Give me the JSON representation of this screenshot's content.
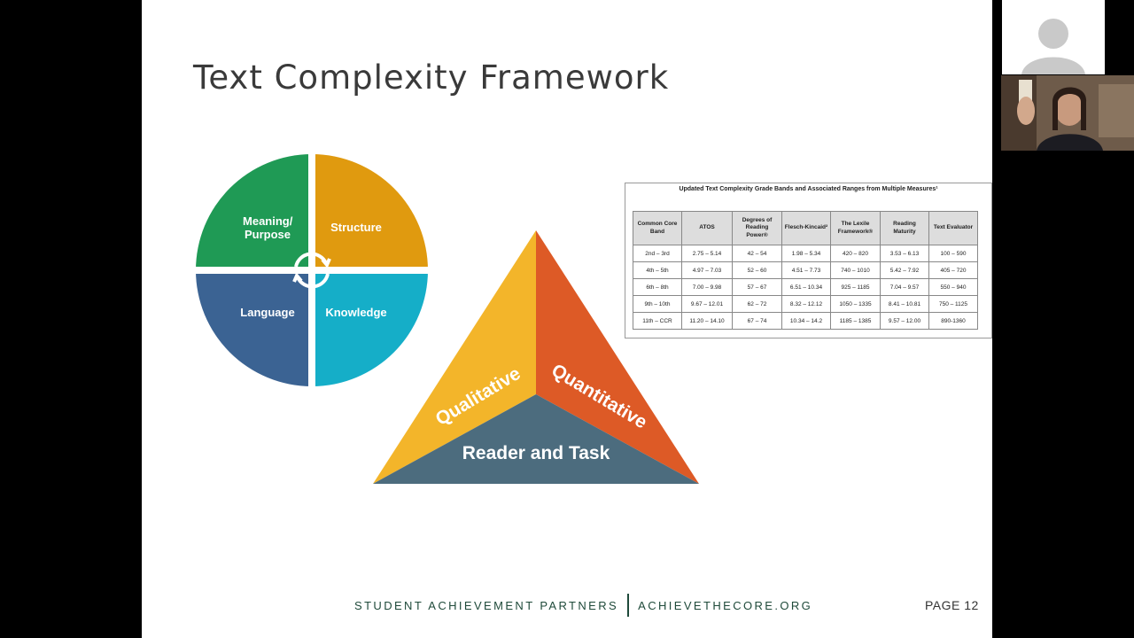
{
  "slide": {
    "title": "Text Complexity Framework",
    "wheel": {
      "meaning": [
        "Meaning/",
        "Purpose"
      ],
      "structure": "Structure",
      "language": "Language",
      "knowledge": "Knowledge",
      "colors": {
        "meaning": "#1f9a55",
        "structure": "#e09a0f",
        "language": "#3b6393",
        "knowledge": "#15aec8"
      }
    },
    "triangle": {
      "qualitative": "Qualitative",
      "quantitative": "Quantitative",
      "reader_task": "Reader and Task",
      "colors": {
        "qualitative": "#f3b52a",
        "quantitative": "#dd5a26",
        "reader_task": "#4c6c7e"
      }
    },
    "table": {
      "title": "Updated Text Complexity Grade Bands and Associated Ranges from Multiple Measures¹",
      "headers": [
        "Common Core Band",
        "ATOS",
        "Degrees of Reading Power®",
        "Flesch-Kincaid²",
        "The Lexile Framework®",
        "Reading Maturity",
        "Text Evaluator"
      ],
      "rows": [
        [
          "2nd – 3rd",
          "2.75 – 5.14",
          "42 – 54",
          "1.98 – 5.34",
          "420 – 820",
          "3.53 – 6.13",
          "100 – 590"
        ],
        [
          "4th – 5th",
          "4.97 – 7.03",
          "52 – 60",
          "4.51 – 7.73",
          "740 – 1010",
          "5.42 – 7.92",
          "405 – 720"
        ],
        [
          "6th – 8th",
          "7.00 – 9.98",
          "57 – 67",
          "6.51 – 10.34",
          "925 – 1185",
          "7.04 – 9.57",
          "550 – 940"
        ],
        [
          "9th – 10th",
          "9.67 – 12.01",
          "62 – 72",
          "8.32 – 12.12",
          "1050 – 1335",
          "8.41 – 10.81",
          "750 – 1125"
        ],
        [
          "11th – CCR",
          "11.20 – 14.10",
          "67 – 74",
          "10.34 – 14.2",
          "1185 – 1385",
          "9.57 – 12.00",
          "890-1360"
        ]
      ]
    },
    "footer": {
      "org": "STUDENT ACHIEVEMENT PARTNERS",
      "site": "ACHIEVETHECORE.ORG"
    },
    "page": "PAGE 12"
  },
  "participants": {
    "tiles": [
      "placeholder",
      "camera"
    ]
  }
}
